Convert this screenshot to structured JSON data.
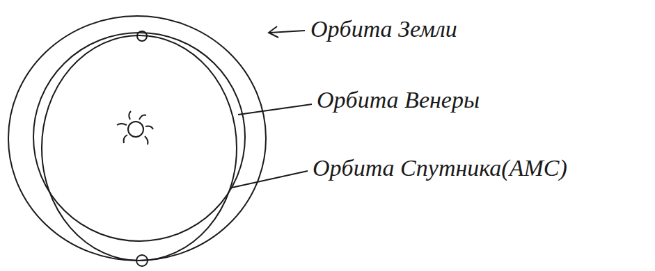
{
  "diagram": {
    "labels": [
      "Орбита Земли",
      "Орбита Венеры",
      "Орбита Спутника(АМС)"
    ]
  }
}
